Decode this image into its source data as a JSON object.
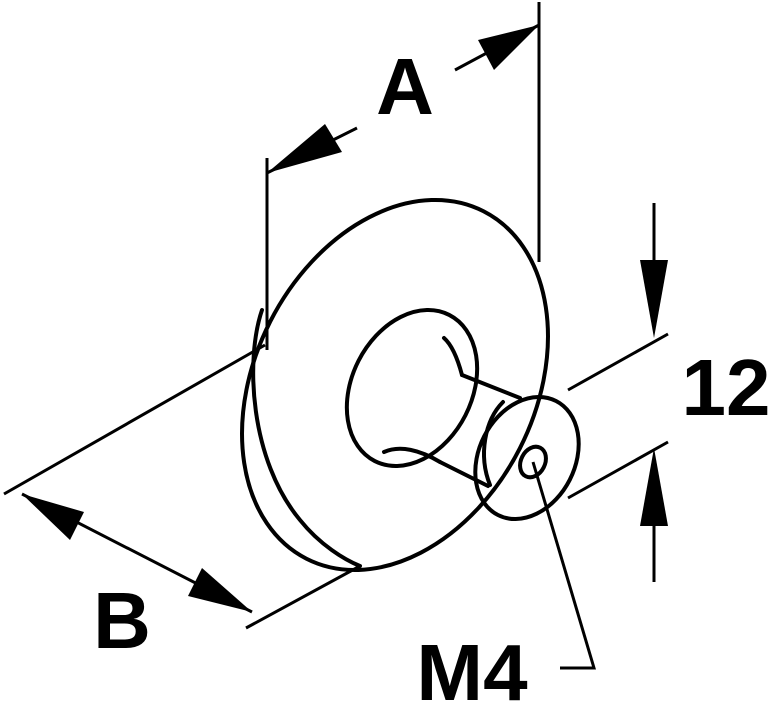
{
  "labels": {
    "a": "A",
    "b": "B",
    "height": "12",
    "thread": "M4"
  },
  "colors": {
    "ink": "#000000",
    "background": "#ffffff"
  }
}
